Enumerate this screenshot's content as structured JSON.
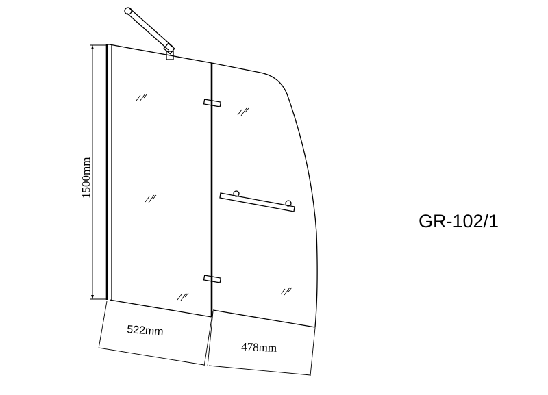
{
  "drawing": {
    "model": "GR-102/1",
    "height_label": "1500mm",
    "left_width_label": "522mm",
    "right_width_label": "478mm"
  }
}
